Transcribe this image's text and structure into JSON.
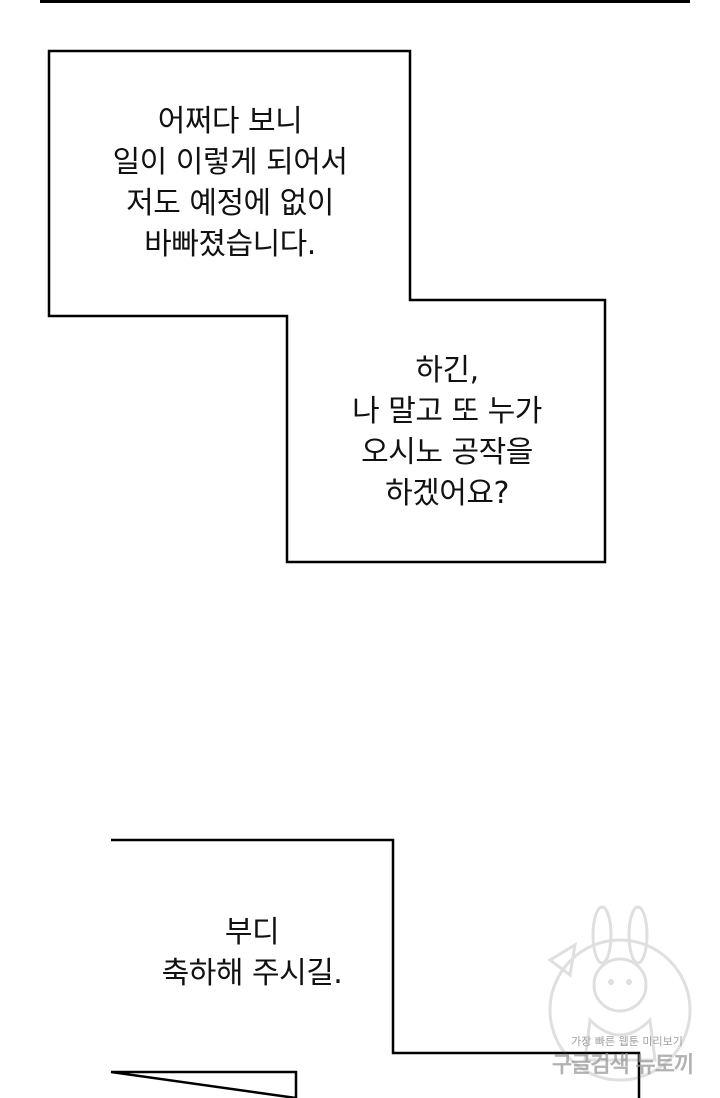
{
  "bubbles": [
    {
      "lines": [
        "어쩌다 보니",
        "일이 이렇게 되어서",
        "저도 예정에 없이",
        "바빠졌습니다."
      ]
    },
    {
      "lines": [
        "하긴,",
        "나 말고 또 누가",
        "오시노 공작을",
        "하겠어요?"
      ]
    },
    {
      "lines": [
        "부디",
        "축하해 주시길."
      ]
    }
  ],
  "watermark": {
    "tagline": "가장 빠른 웹툰 미리보기",
    "brand": "구글검색 뉴토끼",
    "icon": "rabbit-mascot-icon"
  },
  "colors": {
    "ink": "#111111",
    "border": "#000000",
    "watermark": "#999999"
  }
}
